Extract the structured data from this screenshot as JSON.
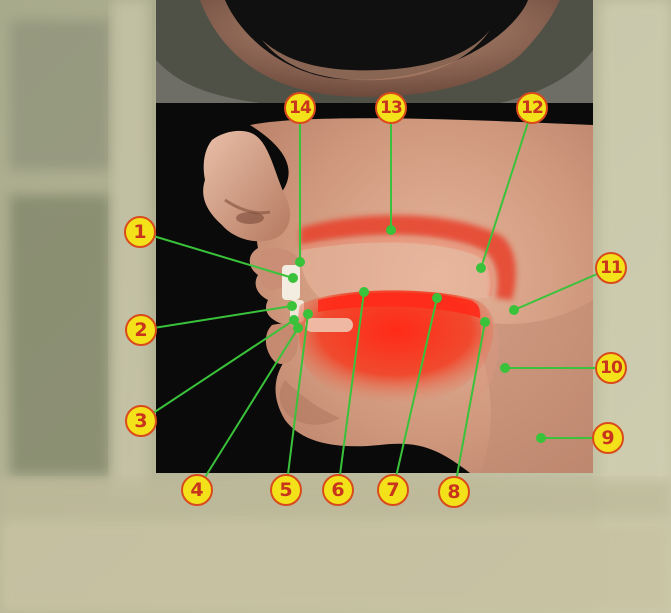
{
  "callouts": [
    {
      "id": 1,
      "text": "1"
    },
    {
      "id": 2,
      "text": "2"
    },
    {
      "id": 3,
      "text": "3"
    },
    {
      "id": 4,
      "text": "4"
    },
    {
      "id": 5,
      "text": "5"
    },
    {
      "id": 6,
      "text": "6"
    },
    {
      "id": 7,
      "text": "7"
    },
    {
      "id": 8,
      "text": "8"
    },
    {
      "id": 9,
      "text": "9"
    },
    {
      "id": 10,
      "text": "10"
    },
    {
      "id": 11,
      "text": "11"
    },
    {
      "id": 12,
      "text": "12"
    },
    {
      "id": 13,
      "text": "13"
    },
    {
      "id": 14,
      "text": "14"
    }
  ],
  "colors": {
    "label_fill": "#f3e11a",
    "label_text": "#c8341c",
    "leader_line": "#39c23a",
    "highlight": "#e8412a"
  }
}
